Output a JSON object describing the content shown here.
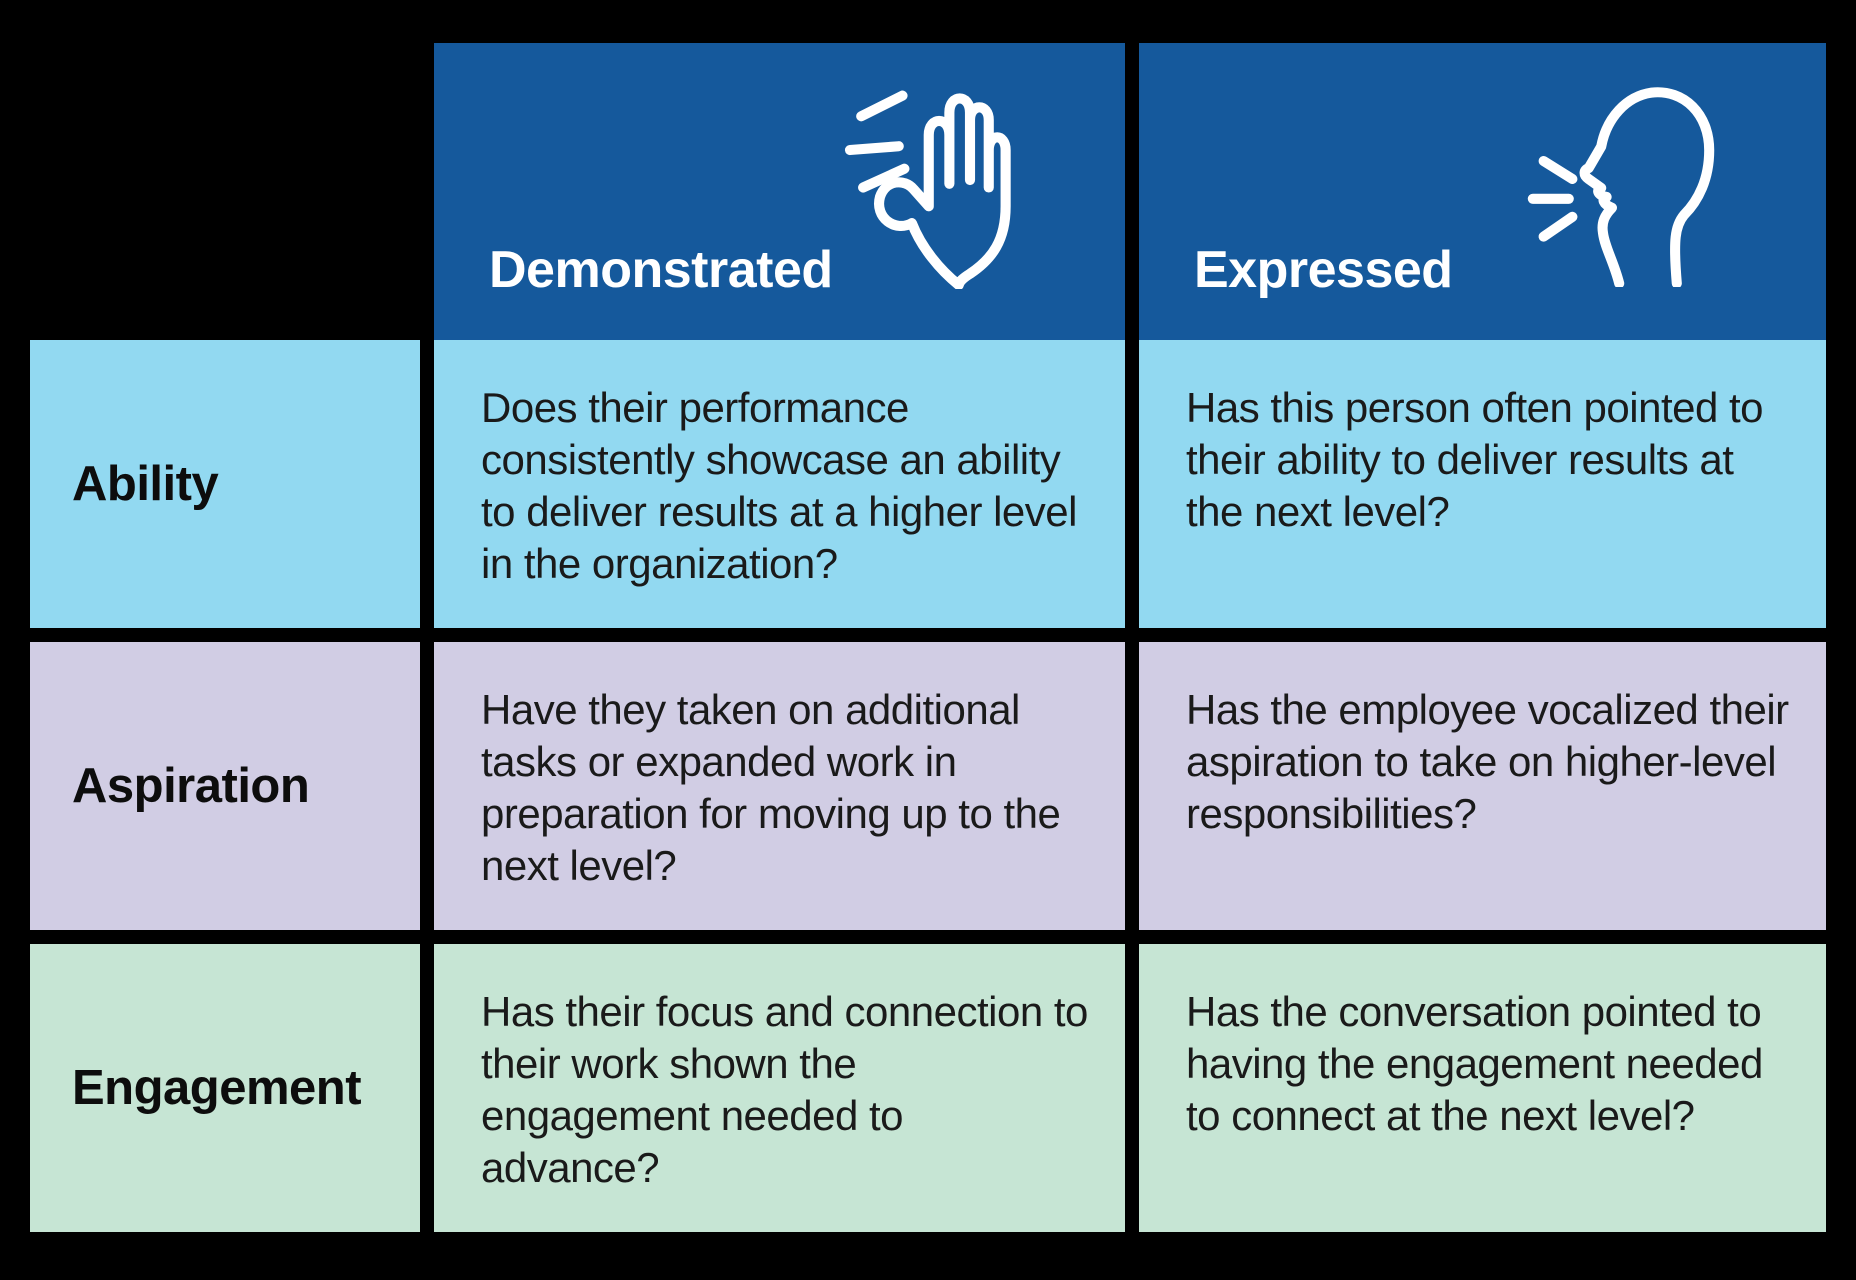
{
  "table": {
    "columns": [
      {
        "label": "Demonstrated",
        "icon": "waving-hand-icon"
      },
      {
        "label": "Expressed",
        "icon": "speaking-head-icon"
      }
    ],
    "rows": [
      {
        "label": "Ability",
        "color": "#92D9F1",
        "cells": [
          "Does their performance consistently showcase an ability to deliver results at a higher level in the organization?",
          "Has this person often pointed to their ability to deliver results at the next level?"
        ]
      },
      {
        "label": "Aspiration",
        "color": "#D1CDE4",
        "cells": [
          "Have they taken on additional tasks or expanded work in preparation for moving up to the next level?",
          "Has the employee vocalized their aspiration to take on higher-level responsibilities?"
        ]
      },
      {
        "label": "Engagement",
        "color": "#C6E5D4",
        "cells": [
          "Has their focus and connection to their work shown the engagement needed to advance?",
          "Has the conversation pointed to having the engagement needed to connect at the next level?"
        ]
      }
    ],
    "colors": {
      "background": "#000000",
      "header_bg": "#15599C",
      "header_text": "#FFFFFF",
      "body_text": "#1A1A1A"
    }
  }
}
